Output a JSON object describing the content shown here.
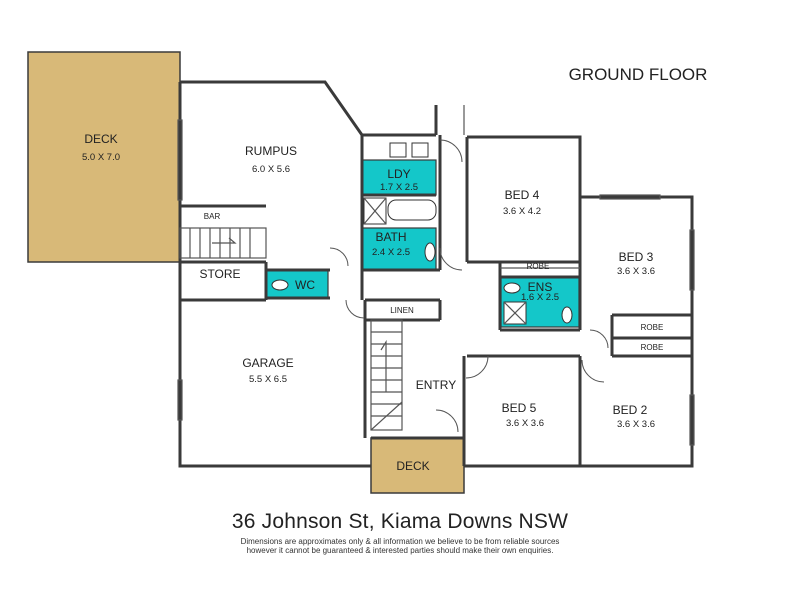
{
  "floor_title": "GROUND FLOOR",
  "address": "36 Johnson St, Kiama Downs NSW",
  "disclaimer": {
    "line1": "Dimensions are approximates only & all information we believe to be from reliable sources",
    "line2": "however it cannot be guaranteed & interested parties should make their own enquiries."
  },
  "rooms": {
    "deck_main": {
      "name": "DECK",
      "dims": "5.0 X 7.0"
    },
    "rumpus": {
      "name": "RUMPUS",
      "dims": "6.0 X 5.6"
    },
    "bar": {
      "name": "BAR"
    },
    "ldy": {
      "name": "LDY",
      "dims": "1.7 X 2.5"
    },
    "bath": {
      "name": "BATH",
      "dims": "2.4 X 2.5"
    },
    "bed4": {
      "name": "BED 4",
      "dims": "3.6 X 4.2"
    },
    "bed3": {
      "name": "BED 3",
      "dims": "3.6 X 3.6"
    },
    "robe_bed4": {
      "name": "ROBE"
    },
    "ens": {
      "name": "ENS",
      "dims": "1.6 X 2.5"
    },
    "robe_bed3": {
      "name": "ROBE"
    },
    "robe_bed2": {
      "name": "ROBE"
    },
    "store": {
      "name": "STORE"
    },
    "wc": {
      "name": "WC"
    },
    "linen": {
      "name": "LINEN"
    },
    "garage": {
      "name": "GARAGE",
      "dims": "5.5 X 6.5"
    },
    "entry": {
      "name": "ENTRY"
    },
    "bed5": {
      "name": "BED 5",
      "dims": "3.6 X 3.6"
    },
    "bed2": {
      "name": "BED 2",
      "dims": "3.6 X 3.6"
    },
    "deck_front": {
      "name": "DECK"
    }
  },
  "colors": {
    "deck": "#d8b978",
    "wet_area": "#14c7c9",
    "wall": "#3a3a3a"
  }
}
